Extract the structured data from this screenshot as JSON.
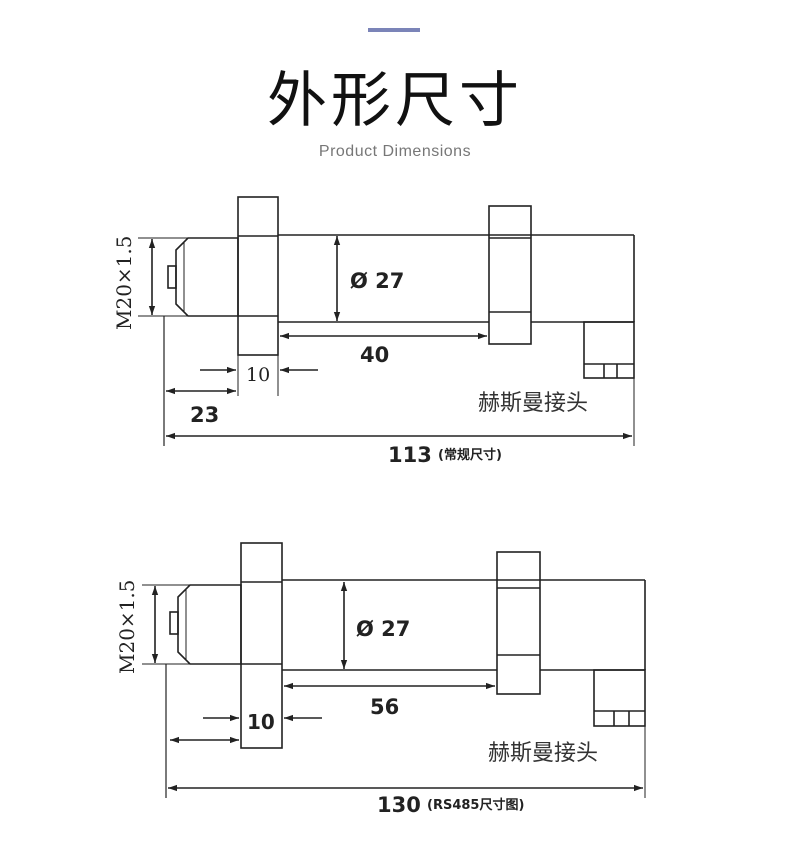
{
  "header": {
    "title": "外形尺寸",
    "subtitle": "Product  Dimensions",
    "accent_color": "#7b84b8"
  },
  "drawing1": {
    "thread": "M20×1.5",
    "diameter": "Ø 27",
    "length": "40",
    "nut_width": "10",
    "front_length": "23",
    "connector": "赫斯曼接头",
    "total": "113",
    "total_note": "(常规尺寸)"
  },
  "drawing2": {
    "thread": "M20×1.5",
    "diameter": "Ø 27",
    "length": "56",
    "nut_width": "10",
    "connector": "赫斯曼接头",
    "total": "130",
    "total_note": "(RS485尺寸图)"
  }
}
